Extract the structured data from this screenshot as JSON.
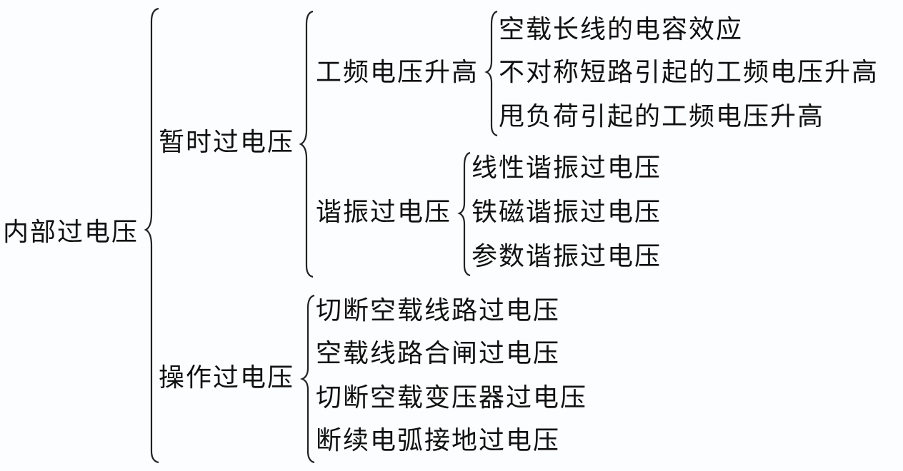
{
  "root": {
    "label": "内部过电压"
  },
  "level1": [
    {
      "label": "暂时过电压"
    },
    {
      "label": "操作过电压"
    }
  ],
  "temporary": {
    "groups": [
      {
        "label": "工频电压升高",
        "items": [
          "空载长线的电容效应",
          "不对称短路引起的工频电压升高",
          "甩负荷引起的工频电压升高"
        ]
      },
      {
        "label": "谐振过电压",
        "items": [
          "线性谐振过电压",
          "铁磁谐振过电压",
          "参数谐振过电压"
        ]
      }
    ]
  },
  "switching": {
    "items": [
      "切断空载线路过电压",
      "空载线路合闸过电压",
      "切断空载变压器过电压",
      "断续电弧接地过电压"
    ]
  }
}
